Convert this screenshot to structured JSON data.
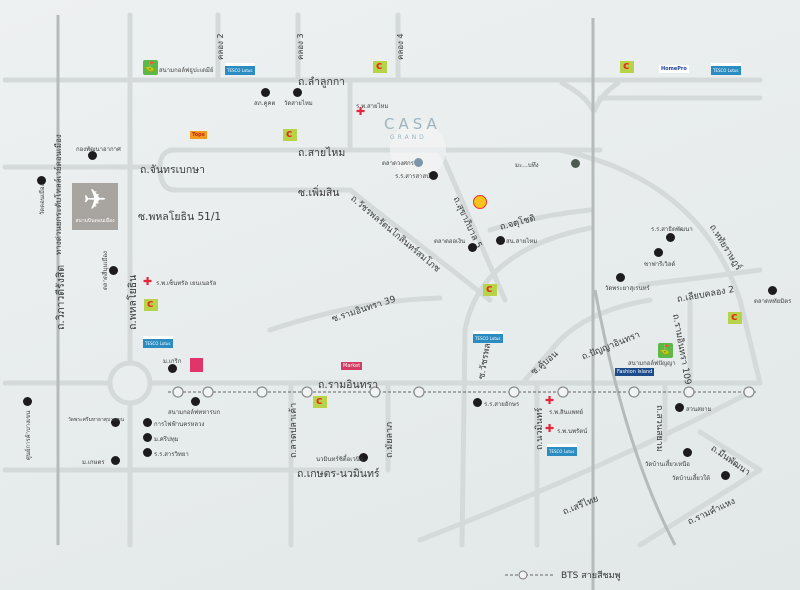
{
  "brand": {
    "name": "CASA",
    "sub": "GRAND"
  },
  "airport": {
    "label": "สนามบินดอนเมือง",
    "icon": "airplane-icon"
  },
  "roads": {
    "klong2": "คลอง 2",
    "klong3": "คลอง 3",
    "klong4": "คลอง 4",
    "lamlukka": "ถ.ลำลูกกา",
    "saimai": "ถ.สายไหม",
    "chantharabeksa": "ถ.จันทรเบกษา",
    "phermsin": "ซ.เพิ่มสิน",
    "phahon51": "ซ.พหลโยธิน 51/1",
    "tollway": "ทางด่วนยกระดับโทลล์เวย์ดอนเมือง",
    "vibhavadi": "ถ.วิภาวดีรังสิต",
    "phahonyothin": "ถ.พหลโยธิน",
    "ratanakosin": "ถ.วัชรพลรัตนโกสินทร์สมโภช",
    "sukhaphiban5": "ถ.สุขาภิบาล 5",
    "jatuchot": "ถ.จตุโชติ",
    "ramintra39": "ซ.รามอินทรา 39",
    "ramintra": "ถ.รามอินทรา",
    "ladplakao": "ถ.ลาดปลาเค้า",
    "mailap": "ถ.มัยลาภ",
    "kaset_nawamin": "ถ.เกษตร-นวมินทร์",
    "watcharaphon": "ซ.วัชรพล",
    "khubon": "ซ.คู้บอน",
    "nawamin": "ถ.นวมินทร์",
    "panya_intra": "ถ.ปัญญาอินทรา",
    "ramintra109": "ถ.รามอินทรา 109",
    "hathairat": "ถ.หทัยราษฎร์",
    "liab_khlong2": "ถ.เลียบคลอง 2",
    "suansiam": "ถ.สวนสยาม",
    "minphatthana": "ถ.มีนพัฒนา",
    "serithai": "ถ.เสรีไทย",
    "ramkhamhaeng": "ถ.รามคำแหง"
  },
  "pois": {
    "golf1": "สนามกอล์ฟธูปะเตมีย์",
    "police_khukhot": "สภ.คูคต",
    "wat_saimai": "วัดสายไหม",
    "hosp_saimai": "ร.พ.สายไหม",
    "market_wongsakorn": "ตลาดวงศกร",
    "school_sarasas": "ร.ร.สารสาสน์",
    "market_ngern": "ตลาดออเงิน",
    "police_saimai": "สน.สายไหม",
    "mabeng": "มะ...บทึง",
    "air_force": "กองพัฒนาอากาศ",
    "wat_donmuang": "วัดดอนเมือง",
    "market_simummuang": "ตลาดสี่มุมเมือง",
    "hosp_central": "ร.พ.เซ็นทรัล เยนเนอรัล",
    "krirk": "ม.เกริก",
    "golf_army": "สนามกอล์ฟทหารบก",
    "wat_phrasri": "วัดพระศรีมหาธาตุบางเขน",
    "mea": "การไฟฟ้านครหลวง",
    "sripatum": "ม.ศรีปทุม",
    "school_sarawit": "ร.ร.สารวิทยา",
    "kasetsart": "ม.เกษตร",
    "mall_left": "ศูนย์การค้าบางเขน",
    "nawamin_city": "นวมินทร์ซิตี้อเวนิว",
    "school_saiaksorn": "ร.ร.สายอักษร",
    "hosp_synphaet": "ร.พ.สินแพทย์",
    "hosp_nopparat": "ร.พ.นพรัตน์",
    "golf_panya": "สนามกอล์ฟปัญญา",
    "suansiam": "สวนสยาม",
    "wat_siaonuea": "วัดบ้านเสี้ยวเหนือ",
    "wat_siaotai": "วัดบ้านเสี้ยวใต้",
    "school_satit": "ร.ร.สาธิตพัฒนา",
    "safari": "ซาฟารีเวิลด์",
    "wat_phrayasuren": "วัดพระยาสุเรนทร์",
    "market_hathai": "ตลาดหทัยมิตร"
  },
  "logos": {
    "tesco": "TESCO Lotus",
    "tops": "Tops",
    "homepro": "HomePro",
    "fashion": "Fashion Island",
    "market": "Market"
  },
  "legend": {
    "label": "BTS สายสีชมพู"
  },
  "colors": {
    "road": "#d3d9d9",
    "major_road": "#b3b8b8",
    "dot": "#1c1c1c",
    "hospital": "#e2263c",
    "seven": "#b8d34a"
  }
}
